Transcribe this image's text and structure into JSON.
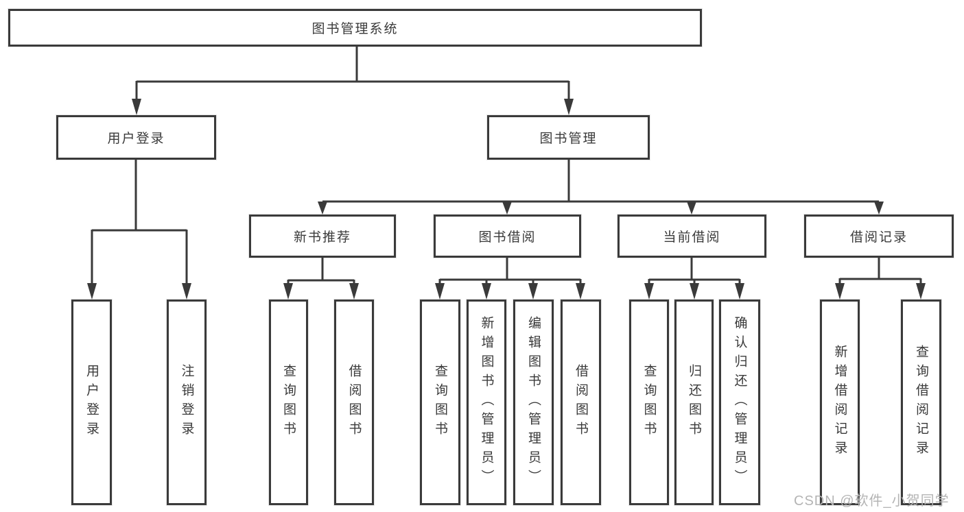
{
  "page": {
    "background": "#ffffff"
  },
  "colors": {
    "line": "#3a3a3a",
    "box_border": "#3a3a3a",
    "text": "#3a3a3a",
    "watermark": "#b4b4b4"
  },
  "watermark": {
    "text": "CSDN @软件_小贺同学"
  },
  "tree": {
    "label": "图书管理系统",
    "children": [
      {
        "label": "用户登录",
        "children": [
          {
            "label": "用户登录"
          },
          {
            "label": "注销登录"
          }
        ]
      },
      {
        "label": "图书管理",
        "children": [
          {
            "label": "新书推荐",
            "children": [
              {
                "label": "查询图书"
              },
              {
                "label": "借阅图书"
              }
            ]
          },
          {
            "label": "图书借阅",
            "children": [
              {
                "label": "查询图书"
              },
              {
                "label": "新增图书（管理员）"
              },
              {
                "label": "编辑图书（管理员）"
              },
              {
                "label": "借阅图书"
              }
            ]
          },
          {
            "label": "当前借阅",
            "children": [
              {
                "label": "查询图书"
              },
              {
                "label": "归还图书"
              },
              {
                "label": "确认归还（管理员）"
              }
            ]
          },
          {
            "label": "借阅记录",
            "children": [
              {
                "label": "新增借阅记录"
              },
              {
                "label": "查询借阅记录"
              }
            ]
          }
        ]
      }
    ]
  }
}
